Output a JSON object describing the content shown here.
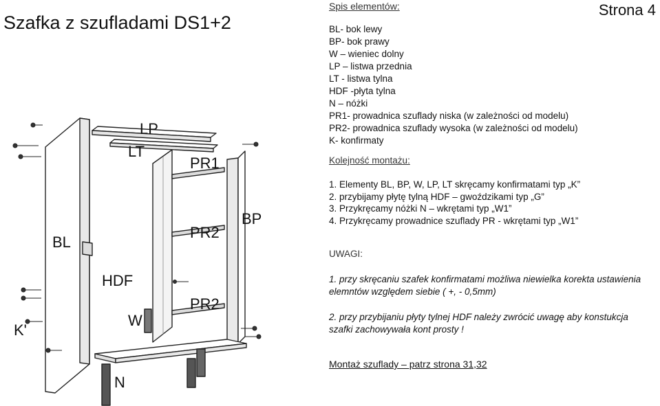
{
  "document": {
    "title": "Szafka z szufladami DS1+2",
    "page": "Strona 4"
  },
  "elements_list": {
    "header": "Spis elementów:",
    "items": [
      "BL- bok lewy",
      "BP- bok prawy",
      "W – wieniec dolny",
      "LP – listwa przednia",
      "LT - listwa tylna",
      "HDF -płyta tylna",
      "N – nóżki",
      "PR1- prowadnica szuflady niska (w zależności od modelu)",
      "PR2- prowadnica szuflady wysoka (w zależności od modelu)",
      "K- konfirmaty"
    ]
  },
  "assembly": {
    "header": "Kolejność montażu:",
    "steps": [
      "1. Elementy BL, BP, W, LP, LT  skręcamy konfirmatami typ „K”",
      "2. przybijamy płytę tylną HDF  – gwoździkami typ „G”",
      "3. Przykręcamy nóżki N – wkrętami typ „W1”",
      "4. Przykręcamy prowadnice szuflady PR - wkrętami typ „W1”"
    ]
  },
  "notes": {
    "header": "UWAGI:",
    "items": [
      "1. przy skręcaniu szafek konfirmatami możliwa niewielka korekta ustawienia elemntów względem siebie ( +, - 0,5mm)",
      "2. przy przybijaniu płyty tylnej HDF należy zwrócić uwagę aby konstukcja szafki zachowywała kont prosty !"
    ]
  },
  "drawer_reference": "Montaż szuflady – patrz strona 31,32",
  "diagram_labels": {
    "lp": "LP",
    "lt": "LT",
    "pr1": "PR1",
    "bp": "BP",
    "bl": "BL",
    "pr2_upper": "PR2",
    "hdf": "HDF",
    "pr2_lower": "PR2",
    "w": "W",
    "k": "K'",
    "n": "N"
  }
}
